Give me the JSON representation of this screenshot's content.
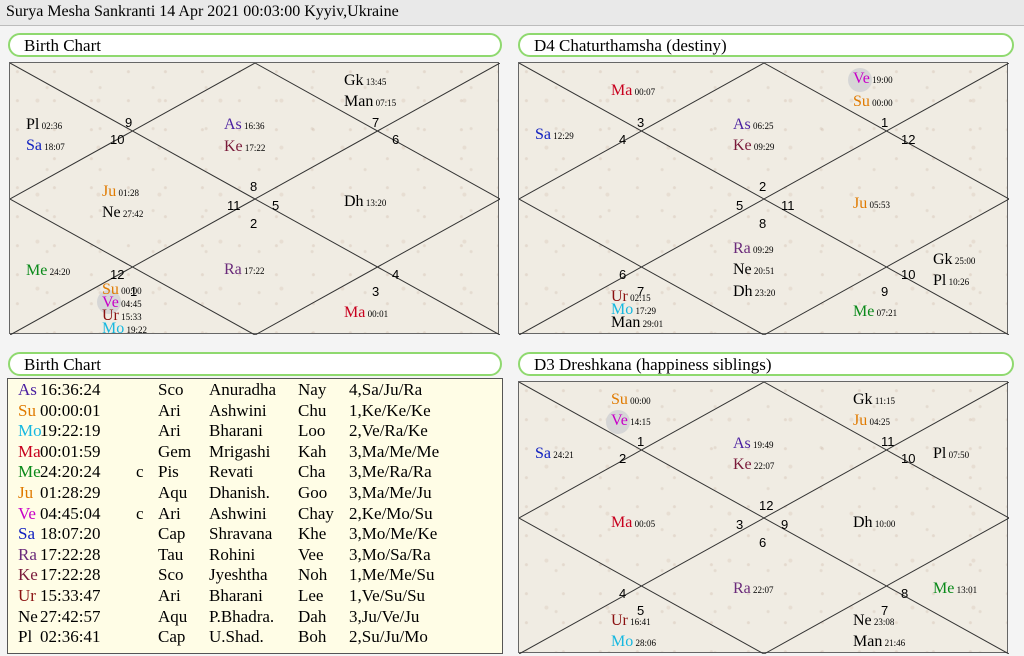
{
  "window": {
    "title": "Surya Mesha Sankranti 14 Apr 2021 00:03:00  Kyyiv,Ukraine"
  },
  "colors": {
    "As": "#4a1fa0",
    "Su": "#e07a00",
    "Mo": "#16b8e0",
    "Ma": "#c8001e",
    "Me": "#0a8a1a",
    "Ju": "#e07a00",
    "Ve": "#c800c8",
    "Sa": "#1020c0",
    "Ra": "#6a2a7a",
    "Ke": "#7a1a3a",
    "Ur": "#8a1010",
    "Ne": "#000000",
    "Pl": "#000000",
    "Gk": "#000000",
    "Man": "#000000",
    "Dh": "#000000",
    "header_border": "#8fd96f",
    "table_bg": "#fffde6"
  },
  "panels": [
    {
      "title": "Birth Chart",
      "houses": [
        "9",
        "10",
        "8",
        "11",
        "5",
        "2",
        "7",
        "6",
        "12",
        "1",
        "4",
        "3"
      ],
      "planets": [
        {
          "p": "Pl",
          "deg": "02:36"
        },
        {
          "p": "Sa",
          "deg": "18:07"
        },
        {
          "p": "As",
          "deg": "16:36"
        },
        {
          "p": "Ke",
          "deg": "17:22"
        },
        {
          "p": "Gk",
          "deg": "13:45"
        },
        {
          "p": "Man",
          "deg": "07:15"
        },
        {
          "p": "Ju",
          "deg": "01:28"
        },
        {
          "p": "Ne",
          "deg": "27:42"
        },
        {
          "p": "Dh",
          "deg": "13:20"
        },
        {
          "p": "Me",
          "deg": "24:20"
        },
        {
          "p": "Su",
          "deg": "00:00"
        },
        {
          "p": "Ve",
          "deg": "04:45"
        },
        {
          "p": "Ur",
          "deg": "15:33"
        },
        {
          "p": "Mo",
          "deg": "19:22"
        },
        {
          "p": "Ra",
          "deg": "17:22"
        },
        {
          "p": "Ma",
          "deg": "00:01"
        }
      ]
    },
    {
      "title": "D4 Chaturthamsha  (destiny)",
      "houses": [
        "3",
        "4",
        "1",
        "12",
        "2",
        "5",
        "11",
        "8",
        "6",
        "7",
        "10",
        "9"
      ],
      "planets": [
        {
          "p": "Ma",
          "deg": "00:07"
        },
        {
          "p": "Ve",
          "deg": "19:00"
        },
        {
          "p": "Su",
          "deg": "00:00"
        },
        {
          "p": "Sa",
          "deg": "12:29"
        },
        {
          "p": "As",
          "deg": "06:25"
        },
        {
          "p": "Ke",
          "deg": "09:29"
        },
        {
          "p": "Ju",
          "deg": "05:53"
        },
        {
          "p": "Ra",
          "deg": "09:29"
        },
        {
          "p": "Ne",
          "deg": "20:51"
        },
        {
          "p": "Dh",
          "deg": "23:20"
        },
        {
          "p": "Gk",
          "deg": "25:00"
        },
        {
          "p": "Pl",
          "deg": "10:26"
        },
        {
          "p": "Ur",
          "deg": "02:15"
        },
        {
          "p": "Mo",
          "deg": "17:29"
        },
        {
          "p": "Man",
          "deg": "29:01"
        },
        {
          "p": "Me",
          "deg": "07:21"
        }
      ]
    },
    {
      "title": "D3 Dreshkana  (happiness siblings)",
      "houses": [
        "1",
        "2",
        "11",
        "10",
        "12",
        "3",
        "9",
        "6",
        "4",
        "5",
        "8",
        "7"
      ],
      "planets": [
        {
          "p": "Su",
          "deg": "00:00"
        },
        {
          "p": "Ve",
          "deg": "14:15"
        },
        {
          "p": "Gk",
          "deg": "11:15"
        },
        {
          "p": "Ju",
          "deg": "04:25"
        },
        {
          "p": "Sa",
          "deg": "24:21"
        },
        {
          "p": "As",
          "deg": "19:49"
        },
        {
          "p": "Ke",
          "deg": "22:07"
        },
        {
          "p": "Pl",
          "deg": "07:50"
        },
        {
          "p": "Ma",
          "deg": "00:05"
        },
        {
          "p": "Dh",
          "deg": "10:00"
        },
        {
          "p": "Ra",
          "deg": "22:07"
        },
        {
          "p": "Me",
          "deg": "13:01"
        },
        {
          "p": "Ur",
          "deg": "16:41"
        },
        {
          "p": "Mo",
          "deg": "28:06"
        },
        {
          "p": "Ne",
          "deg": "23:08"
        },
        {
          "p": "Man",
          "deg": "21:46"
        }
      ]
    }
  ],
  "table": {
    "title": "Birth Chart",
    "rows": [
      {
        "p": "As",
        "deg": "16:36:24",
        "c": "",
        "sign": "Sco",
        "nak": "Anuradha",
        "syl": "Nay",
        "pada": "4,Sa/Ju/Ra"
      },
      {
        "p": "Su",
        "deg": "00:00:01",
        "c": "",
        "sign": "Ari",
        "nak": "Ashwini",
        "syl": "Chu",
        "pada": "1,Ke/Ke/Ke"
      },
      {
        "p": "Mo",
        "deg": "19:22:19",
        "c": "",
        "sign": "Ari",
        "nak": "Bharani",
        "syl": "Loo",
        "pada": "2,Ve/Ra/Ke"
      },
      {
        "p": "Ma",
        "deg": "00:01:59",
        "c": "",
        "sign": "Gem",
        "nak": "Mrigashi",
        "syl": "Kah",
        "pada": "3,Ma/Me/Me"
      },
      {
        "p": "Me",
        "deg": "24:20:24",
        "c": "c",
        "sign": "Pis",
        "nak": "Revati",
        "syl": "Cha",
        "pada": "3,Me/Ra/Ra"
      },
      {
        "p": "Ju",
        "deg": "01:28:29",
        "c": "",
        "sign": "Aqu",
        "nak": "Dhanish.",
        "syl": "Goo",
        "pada": "3,Ma/Me/Ju"
      },
      {
        "p": "Ve",
        "deg": "04:45:04",
        "c": "c",
        "sign": "Ari",
        "nak": "Ashwini",
        "syl": "Chay",
        "pada": "2,Ke/Mo/Su"
      },
      {
        "p": "Sa",
        "deg": "18:07:20",
        "c": "",
        "sign": "Cap",
        "nak": "Shravana",
        "syl": "Khe",
        "pada": "3,Mo/Me/Ke"
      },
      {
        "p": "Ra",
        "deg": "17:22:28",
        "c": "",
        "sign": "Tau",
        "nak": "Rohini",
        "syl": "Vee",
        "pada": "3,Mo/Sa/Ra"
      },
      {
        "p": "Ke",
        "deg": "17:22:28",
        "c": "",
        "sign": "Sco",
        "nak": "Jyeshtha",
        "syl": "Noh",
        "pada": "1,Me/Me/Su"
      },
      {
        "p": "Ur",
        "deg": "15:33:47",
        "c": "",
        "sign": "Ari",
        "nak": "Bharani",
        "syl": "Lee",
        "pada": "1,Ve/Su/Su"
      },
      {
        "p": "Ne",
        "deg": "27:42:57",
        "c": "",
        "sign": "Aqu",
        "nak": "P.Bhadra.",
        "syl": "Dah",
        "pada": "3,Ju/Ve/Ju"
      },
      {
        "p": "Pl",
        "deg": "02:36:41",
        "c": "",
        "sign": "Cap",
        "nak": "U.Shad.",
        "syl": "Boh",
        "pada": "2,Su/Ju/Mo"
      }
    ]
  }
}
